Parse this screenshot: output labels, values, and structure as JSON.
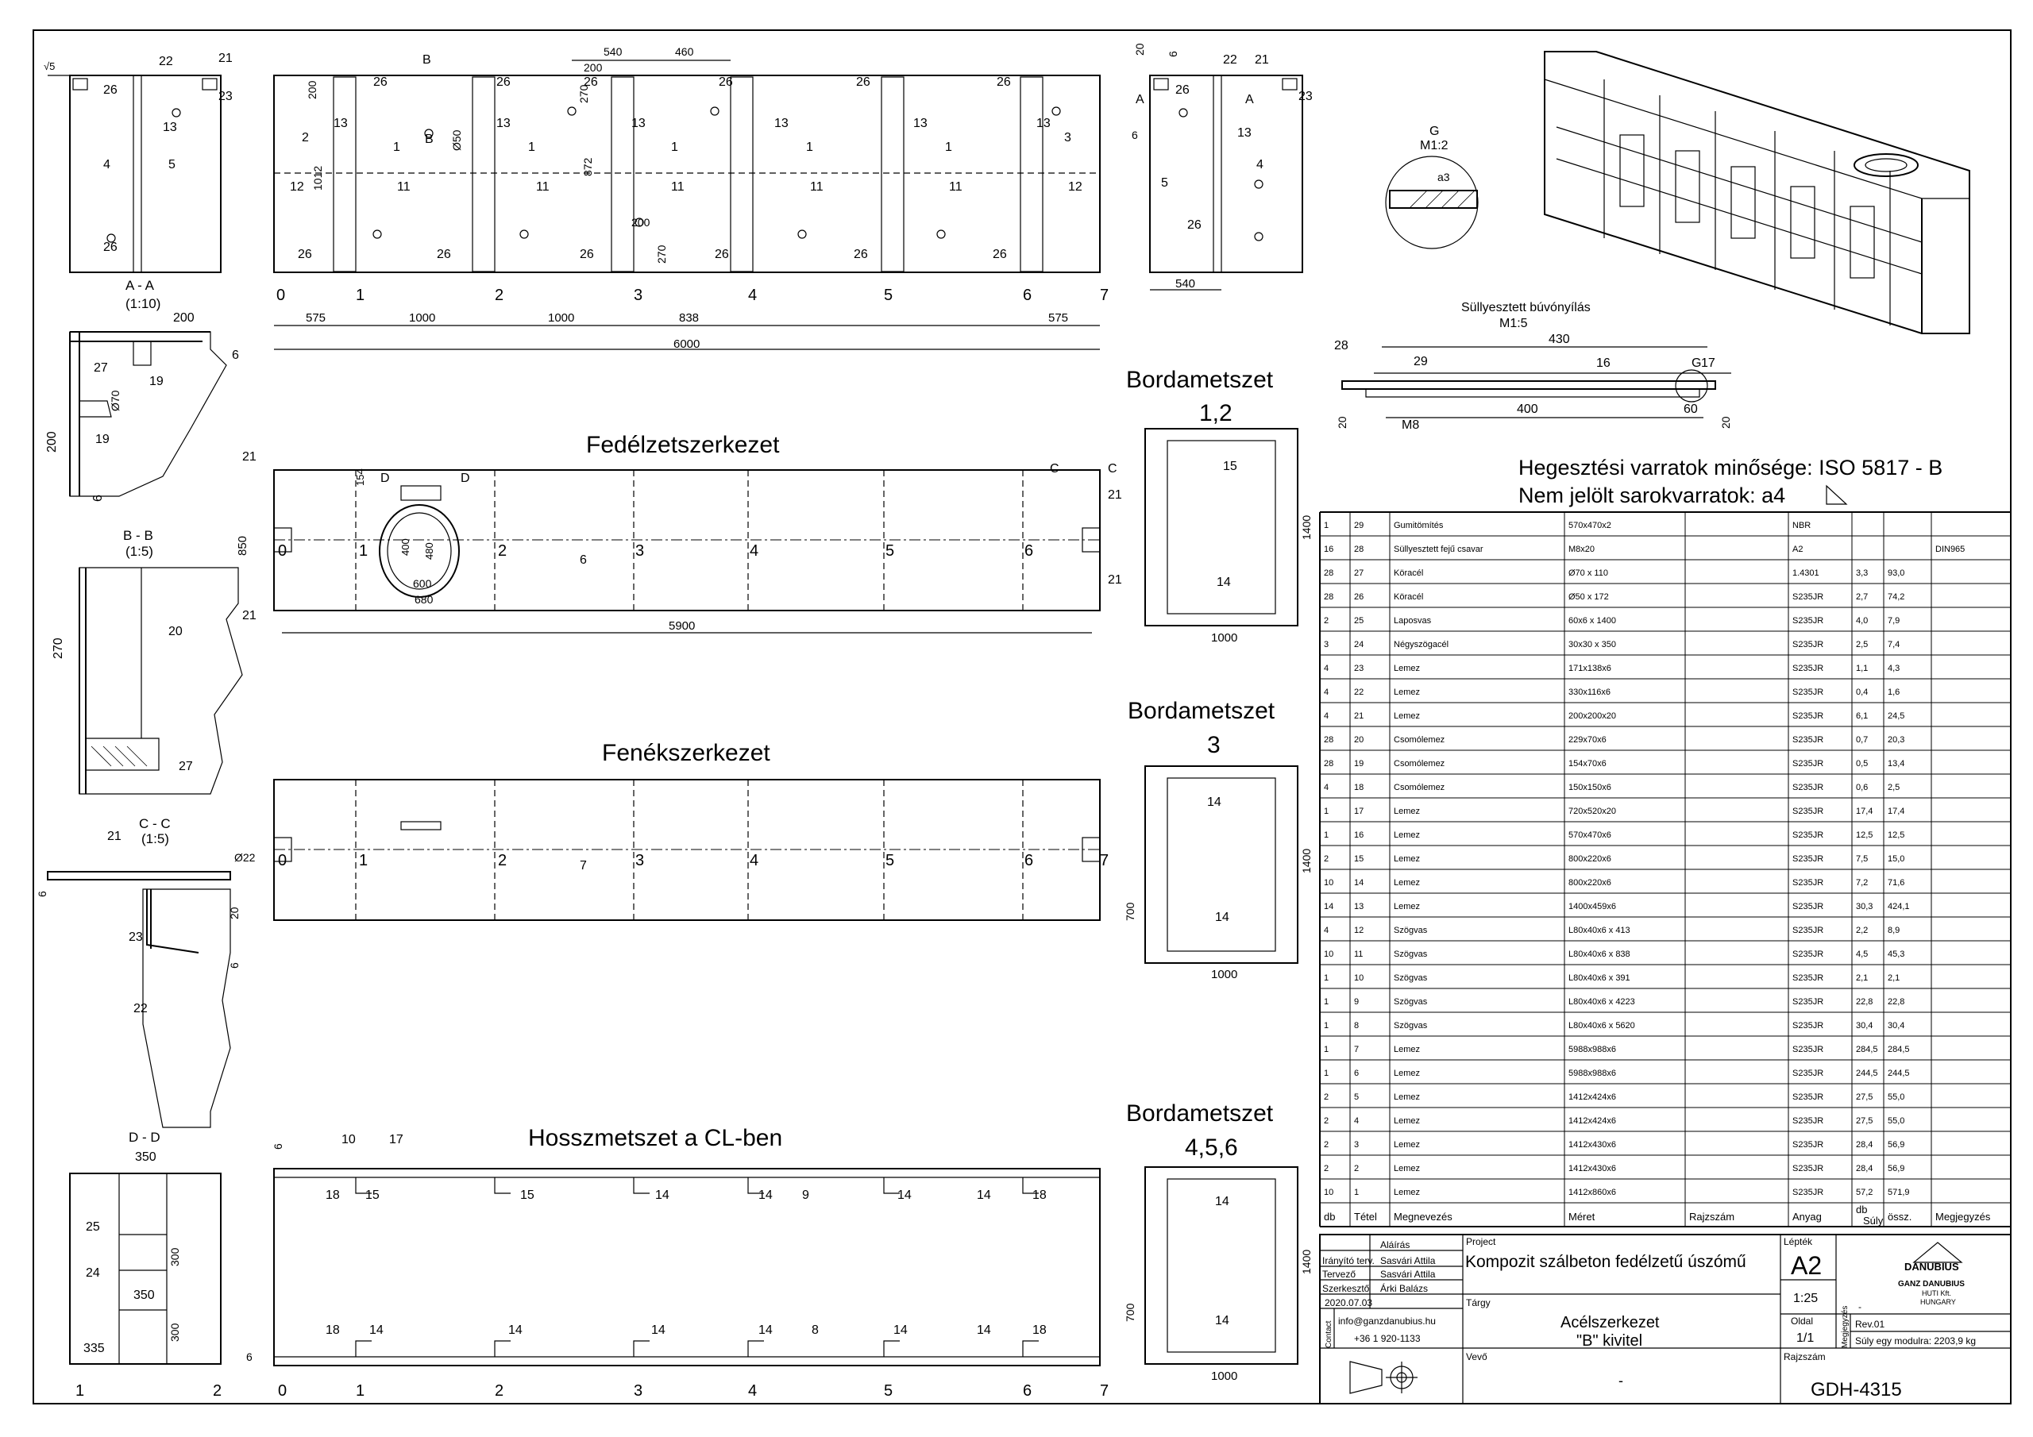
{
  "headings": {
    "fedelzet": "Fedélzetszerkezet",
    "fenek": "Fenékszerkezet",
    "hossz": "Hosszmetszet a CL-ben",
    "borda12_a": "Bordametszet",
    "borda12_b": "1,2",
    "borda3_a": "Bordametszet",
    "borda3_b": "3",
    "borda456_a": "Bordametszet",
    "borda456_b": "4,5,6",
    "aa": "A - A",
    "aa_scale": "(1:10)",
    "bb": "B - B",
    "bb_scale": "(1:5)",
    "cc": "C - C",
    "cc_scale": "(1:5)",
    "dd": "D - D",
    "g_detail": "G",
    "g_scale": "M1:2",
    "buvo": "Süllyesztett búvónyílás",
    "buvo_scale": "M1:5"
  },
  "notes": {
    "line1": "Hegesztési varratok minősége: ISO 5817 - B",
    "line2": "Nem jelölt sarokvarratok: a4"
  },
  "frames": [
    "0",
    "1",
    "2",
    "3",
    "4",
    "5",
    "6",
    "7"
  ],
  "dims": {
    "seg": [
      "575",
      "1000",
      "1000",
      "838",
      "575"
    ],
    "total6000": "6000",
    "total5900": "5900",
    "d540": "540",
    "d460": "460",
    "d200": "200",
    "d270": "270",
    "d1012": "1012",
    "d872": "872",
    "d50": "Ø50",
    "d850": "850",
    "d600": "600",
    "d680": "680",
    "d400": "400",
    "d480": "480",
    "d154": "154",
    "d1400": "1400",
    "d1000": "1000",
    "d700": "700",
    "d430": "430",
    "d60": "60",
    "dM8": "M8",
    "d20": "20",
    "d6": "6",
    "d350": "350",
    "d300": "300",
    "d335": "335",
    "d22": "Ø22",
    "d70": "Ø70"
  },
  "bom": [
    [
      "1",
      "29",
      "Gumitömítés",
      "570x470x2",
      "",
      "NBR",
      "",
      "",
      ""
    ],
    [
      "16",
      "28",
      "Süllyesztett fejű csavar",
      "M8x20",
      "",
      "A2",
      "",
      "",
      "DIN965"
    ],
    [
      "28",
      "27",
      "Köracél",
      "Ø70 x 110",
      "",
      "1.4301",
      "3,3",
      "93,0",
      ""
    ],
    [
      "28",
      "26",
      "Köracél",
      "Ø50 x 172",
      "",
      "S235JR",
      "2,7",
      "74,2",
      ""
    ],
    [
      "2",
      "25",
      "Laposvas",
      "60x6 x 1400",
      "",
      "S235JR",
      "4,0",
      "7,9",
      ""
    ],
    [
      "3",
      "24",
      "Négyszögacél",
      "30x30 x 350",
      "",
      "S235JR",
      "2,5",
      "7,4",
      ""
    ],
    [
      "4",
      "23",
      "Lemez",
      "171x138x6",
      "",
      "S235JR",
      "1,1",
      "4,3",
      ""
    ],
    [
      "4",
      "22",
      "Lemez",
      "330x116x6",
      "",
      "S235JR",
      "0,4",
      "1,6",
      ""
    ],
    [
      "4",
      "21",
      "Lemez",
      "200x200x20",
      "",
      "S235JR",
      "6,1",
      "24,5",
      ""
    ],
    [
      "28",
      "20",
      "Csomólemez",
      "229x70x6",
      "",
      "S235JR",
      "0,7",
      "20,3",
      ""
    ],
    [
      "28",
      "19",
      "Csomólemez",
      "154x70x6",
      "",
      "S235JR",
      "0,5",
      "13,4",
      ""
    ],
    [
      "4",
      "18",
      "Csomólemez",
      "150x150x6",
      "",
      "S235JR",
      "0,6",
      "2,5",
      ""
    ],
    [
      "1",
      "17",
      "Lemez",
      "720x520x20",
      "",
      "S235JR",
      "17,4",
      "17,4",
      ""
    ],
    [
      "1",
      "16",
      "Lemez",
      "570x470x6",
      "",
      "S235JR",
      "12,5",
      "12,5",
      ""
    ],
    [
      "2",
      "15",
      "Lemez",
      "800x220x6",
      "",
      "S235JR",
      "7,5",
      "15,0",
      ""
    ],
    [
      "10",
      "14",
      "Lemez",
      "800x220x6",
      "",
      "S235JR",
      "7,2",
      "71,6",
      ""
    ],
    [
      "14",
      "13",
      "Lemez",
      "1400x459x6",
      "",
      "S235JR",
      "30,3",
      "424,1",
      ""
    ],
    [
      "4",
      "12",
      "Szögvas",
      "L80x40x6 x 413",
      "",
      "S235JR",
      "2,2",
      "8,9",
      ""
    ],
    [
      "10",
      "11",
      "Szögvas",
      "L80x40x6 x 838",
      "",
      "S235JR",
      "4,5",
      "45,3",
      ""
    ],
    [
      "1",
      "10",
      "Szögvas",
      "L80x40x6 x 391",
      "",
      "S235JR",
      "2,1",
      "2,1",
      ""
    ],
    [
      "1",
      "9",
      "Szögvas",
      "L80x40x6 x 4223",
      "",
      "S235JR",
      "22,8",
      "22,8",
      ""
    ],
    [
      "1",
      "8",
      "Szögvas",
      "L80x40x6 x 5620",
      "",
      "S235JR",
      "30,4",
      "30,4",
      ""
    ],
    [
      "1",
      "7",
      "Lemez",
      "5988x988x6",
      "",
      "S235JR",
      "284,5",
      "284,5",
      ""
    ],
    [
      "1",
      "6",
      "Lemez",
      "5988x988x6",
      "",
      "S235JR",
      "244,5",
      "244,5",
      ""
    ],
    [
      "2",
      "5",
      "Lemez",
      "1412x424x6",
      "",
      "S235JR",
      "27,5",
      "55,0",
      ""
    ],
    [
      "2",
      "4",
      "Lemez",
      "1412x424x6",
      "",
      "S235JR",
      "27,5",
      "55,0",
      ""
    ],
    [
      "2",
      "3",
      "Lemez",
      "1412x430x6",
      "",
      "S235JR",
      "28,4",
      "56,9",
      ""
    ],
    [
      "2",
      "2",
      "Lemez",
      "1412x430x6",
      "",
      "S235JR",
      "28,4",
      "56,9",
      ""
    ],
    [
      "10",
      "1",
      "Lemez",
      "1412x860x6",
      "",
      "S235JR",
      "57,2",
      "571,9",
      ""
    ]
  ],
  "bom_header": [
    "db",
    "Tétel",
    "Megnevezés",
    "Méret",
    "Rajzszám",
    "Anyag",
    "db",
    "össz.",
    "Megjegyzés"
  ],
  "bom_header_suly": "Súly",
  "title": {
    "alairas": "Aláírás",
    "project_lbl": "Project",
    "project": "Kompozit szálbeton fedélzetű úszómű",
    "leptek_lbl": "Lépték",
    "size": "A2",
    "scale": "1:25",
    "iranyito": "Irányító terv.",
    "iranyito_name": "Sasvári Attila",
    "tervezo": "Tervező",
    "tervezo_name": "Sasvári Attila",
    "szerkeszto": "Szerkesztő",
    "szerkeszto_name": "Árki Balázs",
    "date": "2020.07.03",
    "targy_lbl": "Tárgy",
    "targy1": "Acélszerkezet",
    "targy2": "\"B\" kivitel",
    "oldal_lbl": "Oldal",
    "oldal": "1/1",
    "rev_lbl": "Megjegyzés",
    "rev": "Rev.01",
    "mass": "Súly egy modulra: 2203,9 kg",
    "contact_lbl": "Contact",
    "email": "info@ganzdanubius.hu",
    "phone": "+36 1 920-1133",
    "vevo_lbl": "Vevő",
    "vevo": "-",
    "rajzszam_lbl": "Rajzszám",
    "rajzszam": "GDH-4315",
    "dash": "-",
    "company1": "GANZ DANUBIUS",
    "company2": "HUTI Kft.",
    "company3": "HUNGARY",
    "logo": "DANUBIUS"
  },
  "grid": {
    "bottom": [
      "1",
      "2"
    ]
  }
}
